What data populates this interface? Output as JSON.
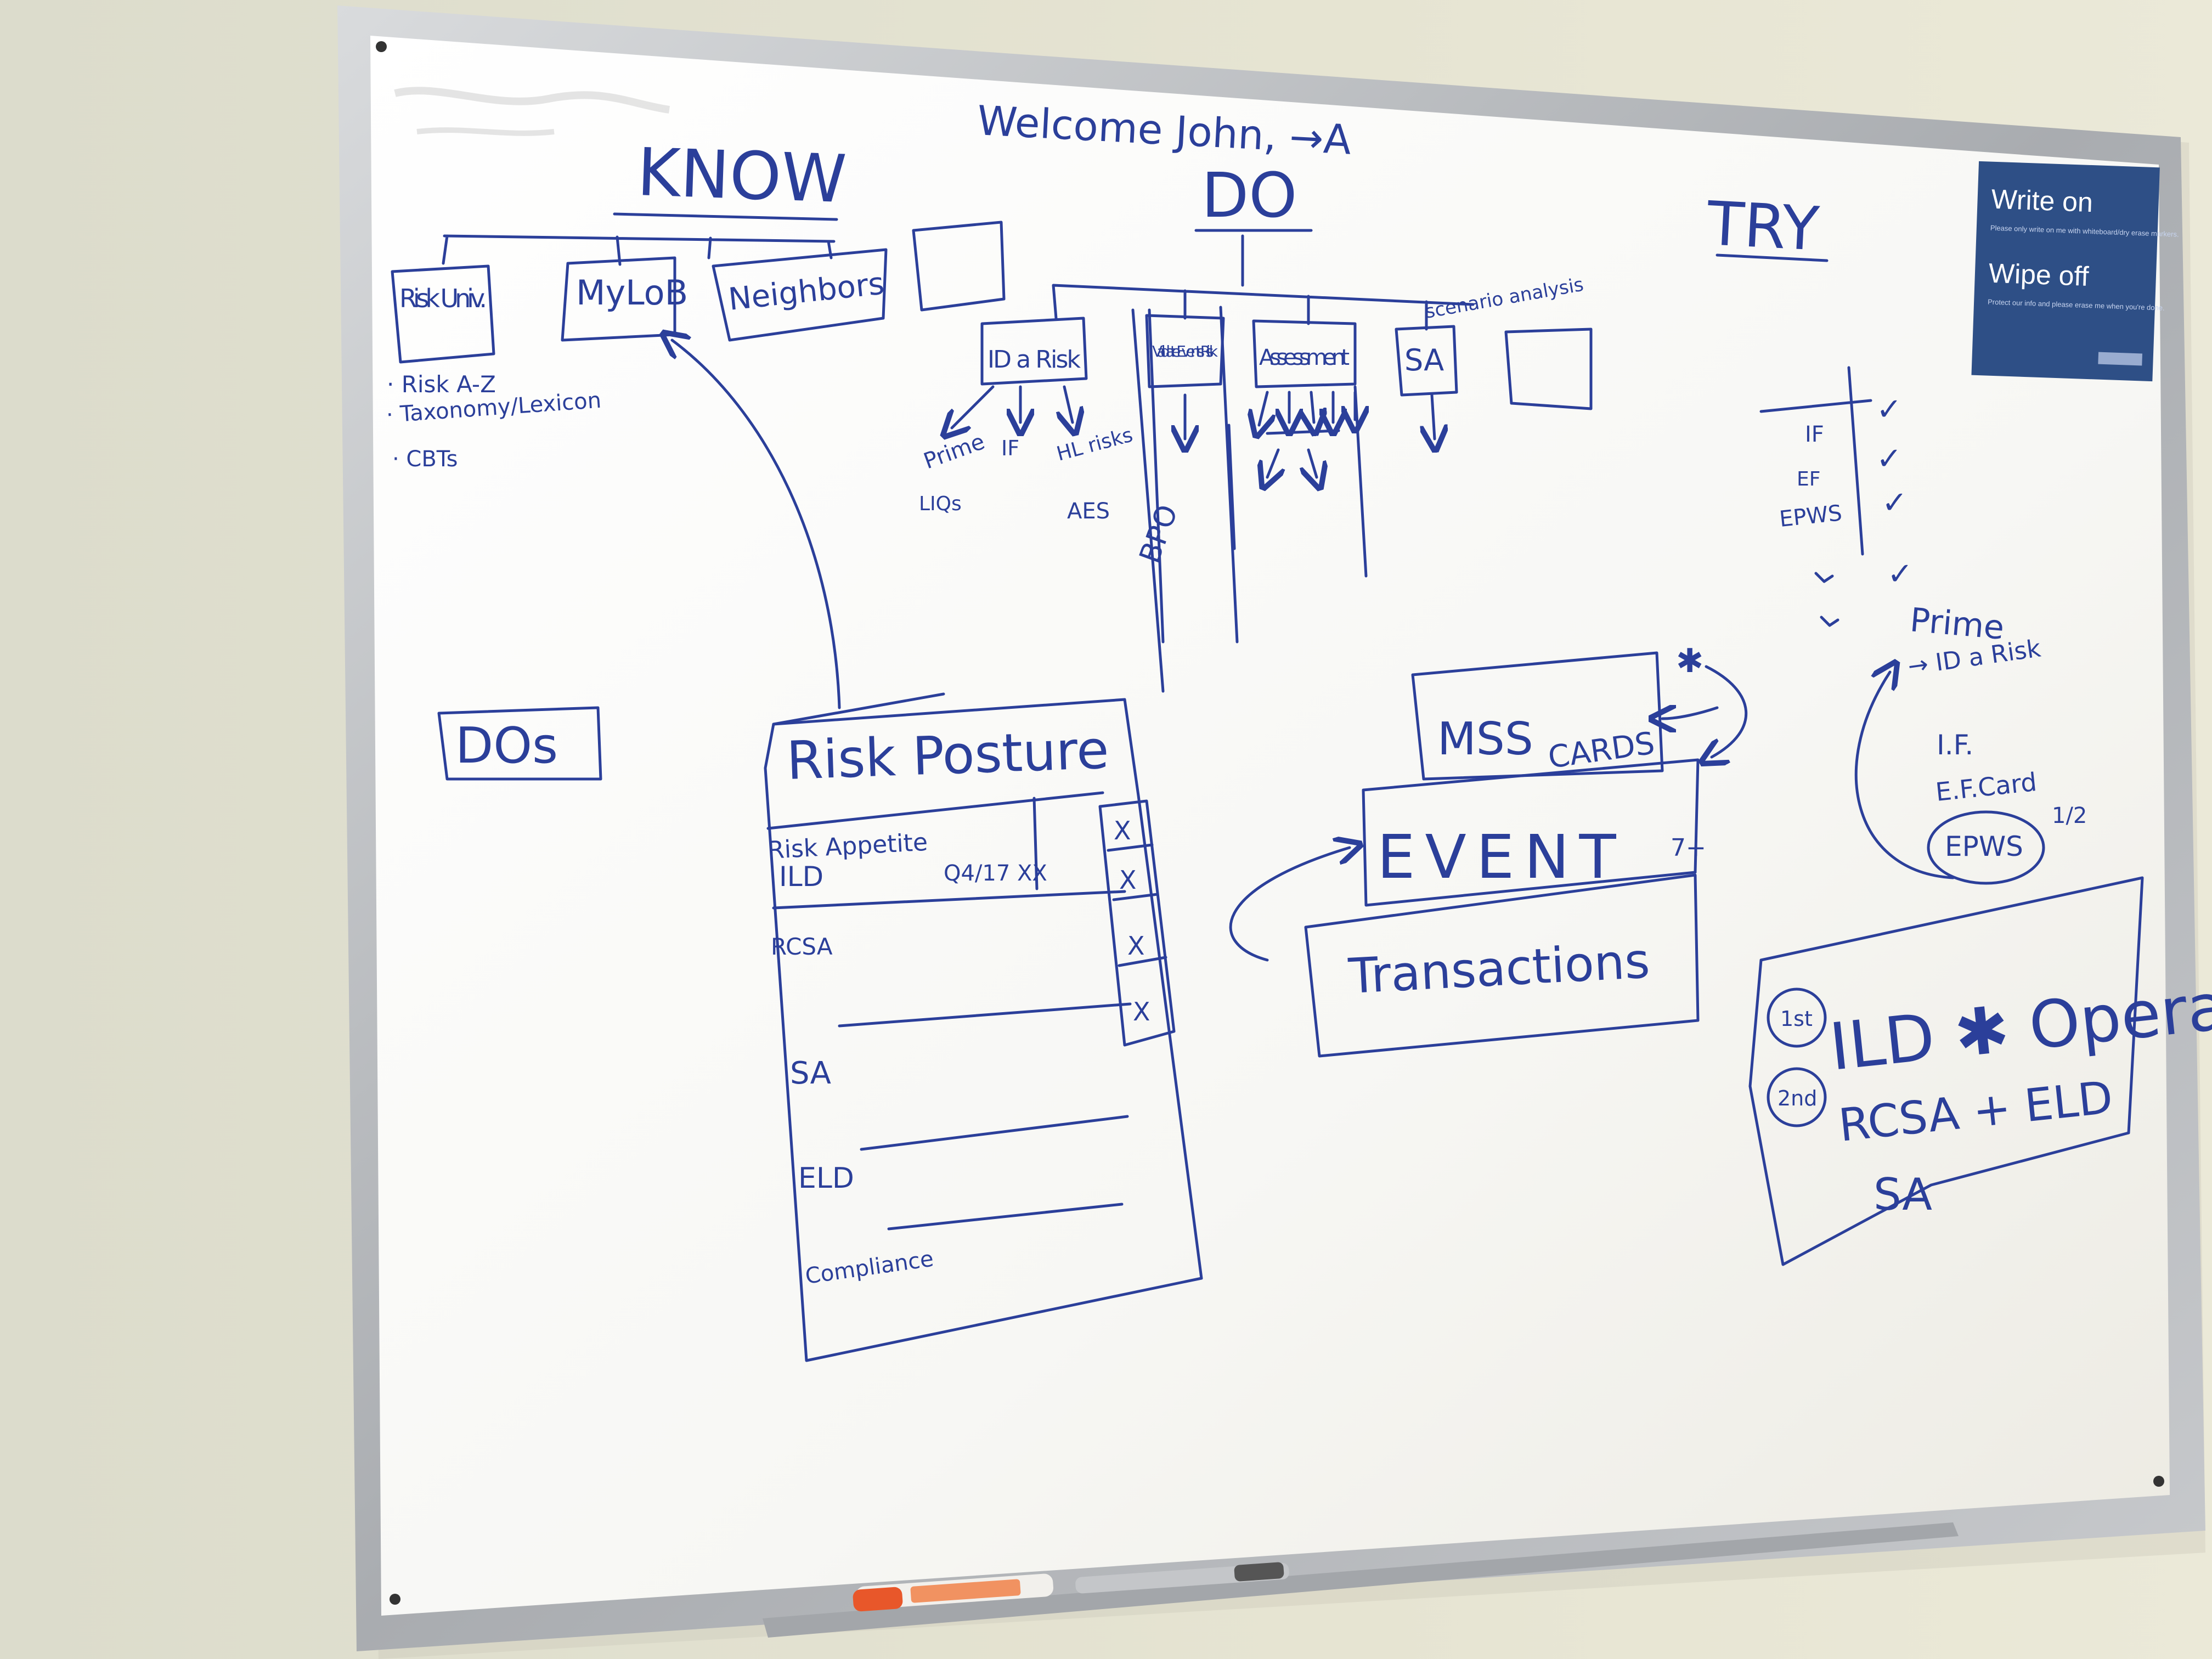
{
  "header": {
    "welcome": "Welcome John, →A"
  },
  "columns": {
    "know": "KNOW",
    "do": "DO",
    "try": "TRY"
  },
  "know": {
    "boxes": [
      "Risk Univ.",
      "MyLoB",
      "Neighbors",
      ""
    ],
    "list": [
      "· Risk A-Z",
      "· Taxonomy/Lexicon",
      "· CBTs"
    ]
  },
  "do": {
    "boxes": [
      "ID a Risk",
      "Validate Events Risk",
      "Assessment",
      "SA",
      ""
    ],
    "scenario": "scenario analysis",
    "id_risk_items": [
      "Prime",
      "IF",
      "HL risks",
      "LIQs",
      "AES"
    ],
    "bpo": "BPO"
  },
  "dos_label": "DOs",
  "risk_posture": {
    "title": "Risk Posture",
    "rows": [
      "Risk Appetite",
      "ILD",
      "Q4/17 XX",
      "RCSA",
      "SA",
      "ELD",
      "Compliance"
    ],
    "checks": [
      "X",
      "X",
      "X",
      "X"
    ]
  },
  "middle": {
    "mss": "MSS",
    "cards": "CARDS",
    "event": "EVENT",
    "transactions": "Transactions",
    "star": "✱",
    "note": "7+"
  },
  "try": {
    "table_rows": [
      "IF",
      "EF",
      "EPWS"
    ],
    "checkmarks": [
      "✓",
      "✓",
      "✓",
      "✓"
    ],
    "prime": "Prime",
    "prime_arrow": "→ ID a Risk",
    "loop_items": [
      "I.F.",
      "E.F.Card",
      "EPWS",
      "1/2"
    ]
  },
  "bottom_right": {
    "line1_badge": "1st",
    "line1": "ILD ✱ Operational",
    "line2_badge": "2nd",
    "line2": "RCSA + ELD",
    "line3": "SA"
  },
  "sign": {
    "write": "Write on",
    "write_note": "Please only write on me with whiteboard/dry erase markers.",
    "wipe": "Wipe off",
    "wipe_note": "Protect our info and please erase me when you're done."
  },
  "colors": {
    "ink": "#2b3f9a",
    "sign": "#2e4f86",
    "frame": "#b9bcbf",
    "board": "#fbfbf8"
  }
}
